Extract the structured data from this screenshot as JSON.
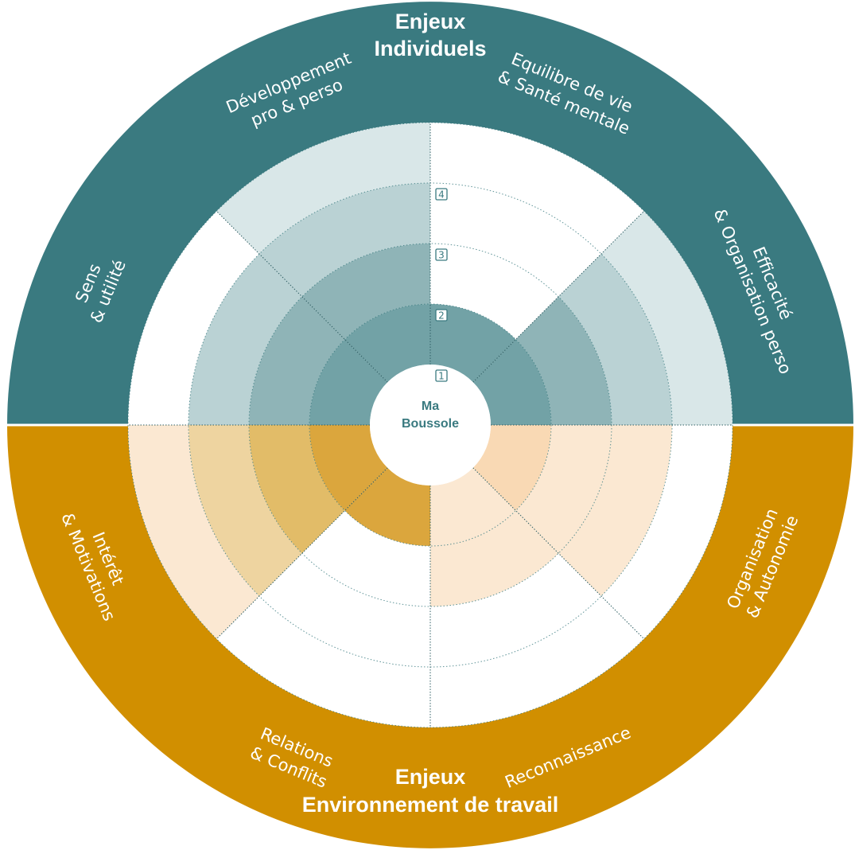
{
  "chart_data": {
    "type": "polar-area",
    "center_label": [
      "Ma",
      "Boussole"
    ],
    "rings": [
      1,
      2,
      3,
      4
    ],
    "rlim": [
      0,
      5
    ],
    "groups": [
      {
        "name": [
          "Enjeux",
          "Individuels"
        ],
        "color": "#3a7a80"
      },
      {
        "name": [
          "Enjeux",
          "Environnement de travail"
        ],
        "color": "#d18f00"
      }
    ],
    "categories": [
      {
        "label": [
          "Equilibre de vie",
          "& Santé mentale"
        ],
        "group": 0,
        "value": 1
      },
      {
        "label": [
          "Efficacité",
          "& Organisation perso"
        ],
        "group": 0,
        "value": 4
      },
      {
        "label": [
          "Organisation",
          "& Autonomie"
        ],
        "group": 1,
        "value": 3
      },
      {
        "label": [
          "Reconnaissance"
        ],
        "group": 1,
        "value": 2
      },
      {
        "label": [
          "Relations",
          "& Conflits"
        ],
        "group": 1,
        "value": 1
      },
      {
        "label": [
          "Intérêt",
          "& Motivations"
        ],
        "group": 1,
        "value": 4
      },
      {
        "label": [
          "Sens",
          "& utilité"
        ],
        "group": 0,
        "value": 3
      },
      {
        "label": [
          "Développement",
          "pro & perso"
        ],
        "group": 0,
        "value": 4
      }
    ],
    "level_colors": {
      "group0": [
        "#72a2a6",
        "#8fb4b7",
        "#bad2d4",
        "#d9e7e8"
      ],
      "group1": [
        "#dba63d",
        "#e2bc68",
        "#eed4a0",
        "#fbe8d2"
      ],
      "reconnaissance": [
        "#fbe8d2",
        "#fbe8d2",
        "#fbe8d2",
        "#fbe8d2"
      ],
      "organisation": [
        "#f9d9b4",
        "#fbe8d2",
        "#fbe8d2",
        "#fbe8d2"
      ]
    }
  }
}
